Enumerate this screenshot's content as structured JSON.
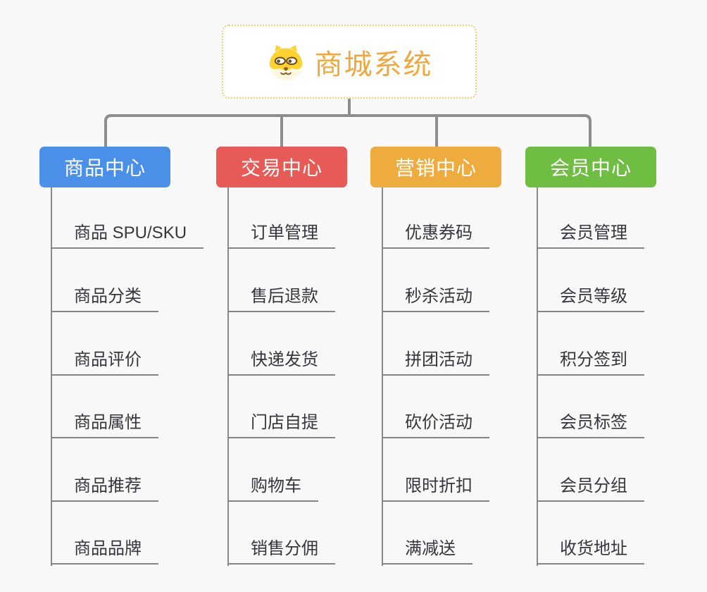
{
  "root": {
    "title": "商城系统",
    "icon": "dog-face-icon",
    "accent_color": "#f1a83c",
    "border_color": "#f5c87d"
  },
  "connector_color": "#8e8e8e",
  "branches": [
    {
      "id": "product-center",
      "label": "商品中心",
      "color": "#4a90e8",
      "children": [
        "商品 SPU/SKU",
        "商品分类",
        "商品评价",
        "商品属性",
        "商品推荐",
        "商品品牌"
      ]
    },
    {
      "id": "trade-center",
      "label": "交易中心",
      "color": "#e85a55",
      "children": [
        "订单管理",
        "售后退款",
        "快递发货",
        "门店自提",
        "购物车",
        "销售分佣"
      ]
    },
    {
      "id": "marketing-center",
      "label": "营销中心",
      "color": "#efac3e",
      "children": [
        "优惠券码",
        "秒杀活动",
        "拼团活动",
        "砍价活动",
        "限时折扣",
        "满减送"
      ]
    },
    {
      "id": "member-center",
      "label": "会员中心",
      "color": "#6fbe43",
      "children": [
        "会员管理",
        "会员等级",
        "积分签到",
        "会员标签",
        "会员分组",
        "收货地址"
      ]
    }
  ]
}
